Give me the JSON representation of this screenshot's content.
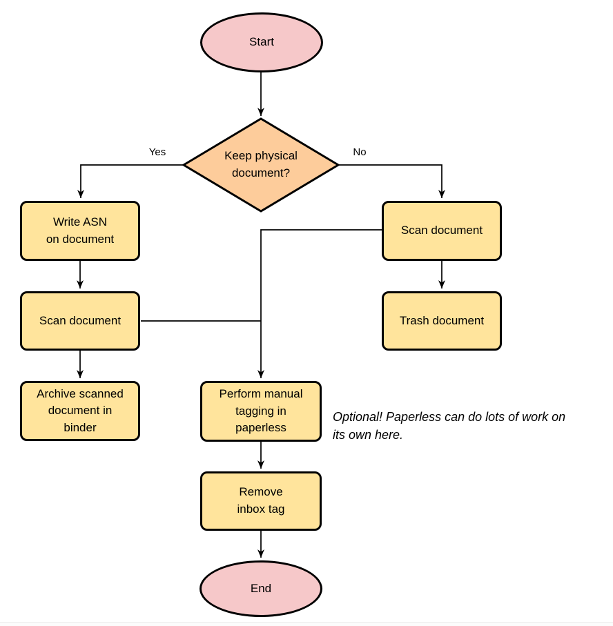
{
  "colors": {
    "terminator_fill": "#f6c8c9",
    "decision_fill": "#fdcc9b",
    "process_fill": "#ffe49c",
    "stroke": "#000000",
    "background": "#ffffff"
  },
  "nodes": {
    "start": {
      "type": "terminator",
      "label": "Start"
    },
    "decision": {
      "type": "decision",
      "label": "Keep physical\ndocument?"
    },
    "write_asn": {
      "type": "process",
      "label": "Write ASN\non document"
    },
    "scan_left": {
      "type": "process",
      "label": "Scan document"
    },
    "archive": {
      "type": "process",
      "label": "Archive scanned\ndocument in\nbinder"
    },
    "scan_right": {
      "type": "process",
      "label": "Scan document"
    },
    "trash": {
      "type": "process",
      "label": "Trash document"
    },
    "tagging": {
      "type": "process",
      "label": "Perform manual\ntagging in\npaperless"
    },
    "remove_inbox": {
      "type": "process",
      "label": "Remove\ninbox tag"
    },
    "end": {
      "type": "terminator",
      "label": "End"
    }
  },
  "edges": [
    {
      "from": "start",
      "to": "decision",
      "label": ""
    },
    {
      "from": "decision",
      "to": "write_asn",
      "label": "Yes"
    },
    {
      "from": "decision",
      "to": "scan_right",
      "label": "No"
    },
    {
      "from": "write_asn",
      "to": "scan_left",
      "label": ""
    },
    {
      "from": "scan_left",
      "to": "archive",
      "label": ""
    },
    {
      "from": "scan_right",
      "to": "trash",
      "label": ""
    },
    {
      "from": "scan_right",
      "to": "tagging",
      "label": ""
    },
    {
      "from": "scan_left",
      "to": "tagging",
      "label": ""
    },
    {
      "from": "tagging",
      "to": "remove_inbox",
      "label": ""
    },
    {
      "from": "remove_inbox",
      "to": "end",
      "label": ""
    }
  ],
  "annotation": {
    "text": "Optional! Paperless can do lots of work on\nits own here."
  }
}
